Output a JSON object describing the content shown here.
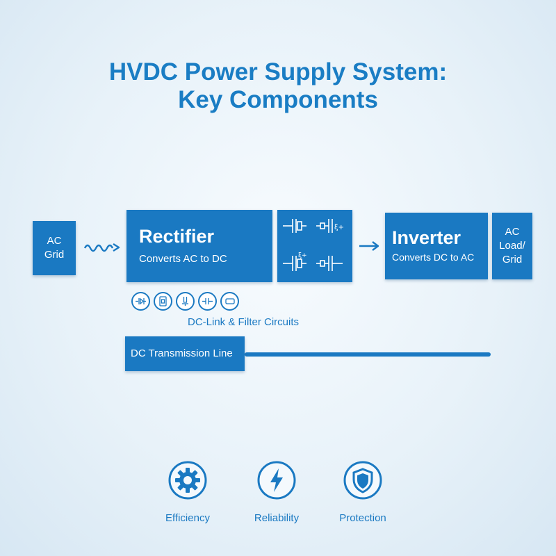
{
  "title": {
    "line1": "HVDC Power Supply System:",
    "line2": "Key Components"
  },
  "colors": {
    "primary": "#1a79c2",
    "title": "#1a7dc4",
    "background": "#eef5fb"
  },
  "ac_grid": {
    "line1": "AC",
    "line2": "Grid"
  },
  "rectifier": {
    "heading": "Rectifier",
    "description": "Converts AC to DC"
  },
  "inverter": {
    "heading": "Inverter",
    "description": "Converts DC to AC"
  },
  "ac_load": {
    "line1": "AC",
    "line2": "Load/",
    "line3": "Grid"
  },
  "filter_labels": {
    "top": "ξ+",
    "bottom": "ξ+"
  },
  "dc_link": {
    "caption": "DC-Link & Filter Circuits"
  },
  "transmission": {
    "label": "DC Transmission Line"
  },
  "features": [
    {
      "label": "Efficiency",
      "icon": "gear-icon"
    },
    {
      "label": "Reliability",
      "icon": "lightning-bolt-icon"
    },
    {
      "label": "Protection",
      "icon": "shield-icon"
    }
  ]
}
